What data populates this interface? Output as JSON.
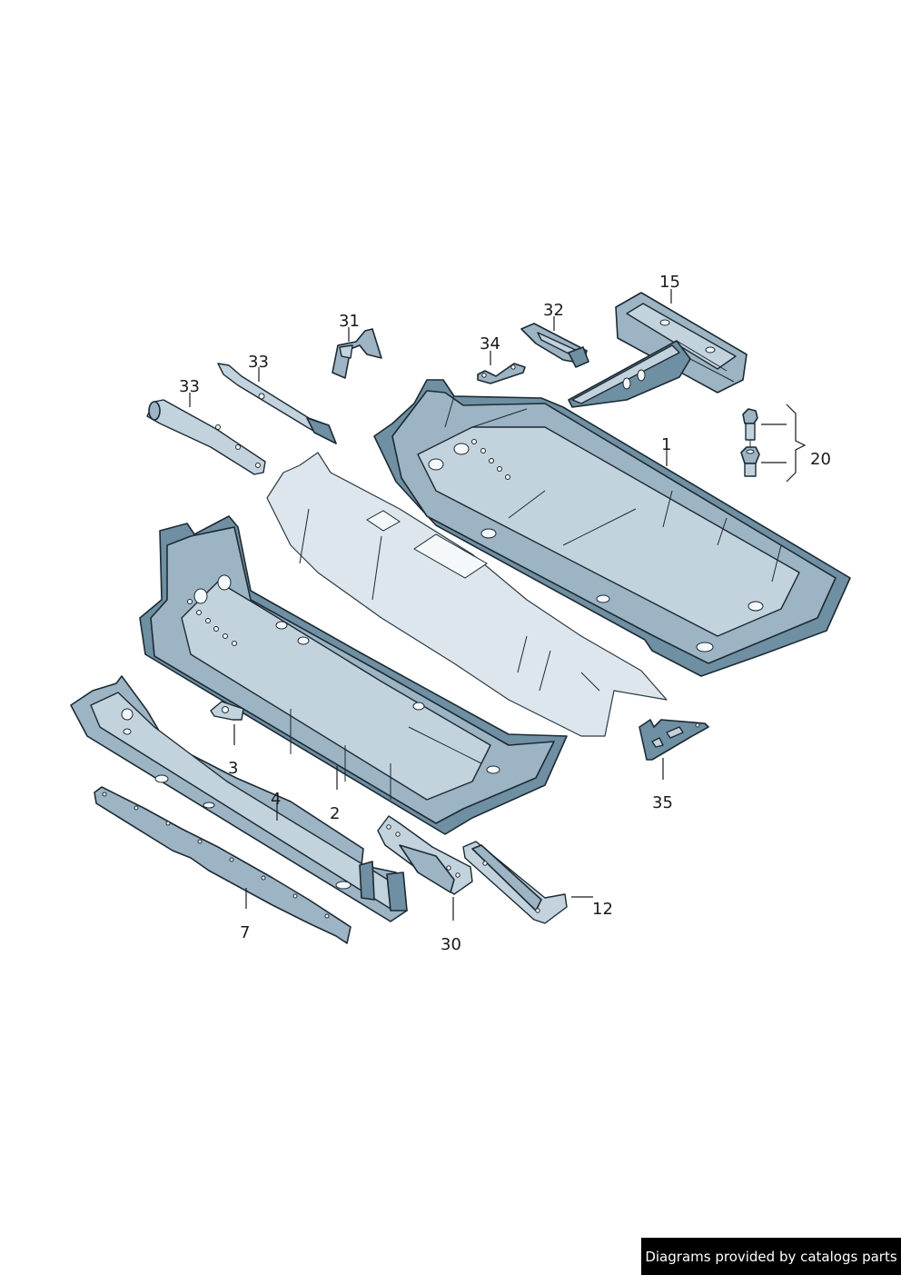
{
  "diagram": {
    "type": "exploded-parts-diagram",
    "subject": "floor pan assembly",
    "colors": {
      "background": "#ffffff",
      "part_dark": "#6f8fa3",
      "part_mid": "#9cb4c3",
      "part_light": "#c3d3dd",
      "part_pale": "#dce6ec",
      "outline": "#1d2a33"
    },
    "callouts": [
      {
        "id": "c1",
        "label": "1"
      },
      {
        "id": "c2",
        "label": "2"
      },
      {
        "id": "c3",
        "label": "3"
      },
      {
        "id": "c4",
        "label": "4"
      },
      {
        "id": "c7",
        "label": "7"
      },
      {
        "id": "c12",
        "label": "12"
      },
      {
        "id": "c15",
        "label": "15"
      },
      {
        "id": "c20",
        "label": "20"
      },
      {
        "id": "c30",
        "label": "30"
      },
      {
        "id": "c31",
        "label": "31"
      },
      {
        "id": "c32",
        "label": "32"
      },
      {
        "id": "c33a",
        "label": "33"
      },
      {
        "id": "c33b",
        "label": "33"
      },
      {
        "id": "c34",
        "label": "34"
      },
      {
        "id": "c35",
        "label": "35"
      }
    ]
  },
  "footer": {
    "attribution": "Diagrams provided by catalogs parts",
    "background": "#000000",
    "text_color": "#ffffff"
  }
}
